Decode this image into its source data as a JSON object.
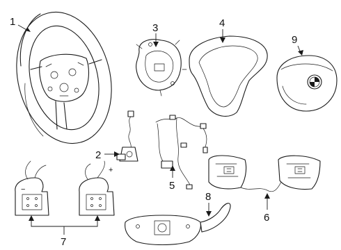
{
  "callouts": [
    {
      "id": "1",
      "label": "1"
    },
    {
      "id": "2",
      "label": "2"
    },
    {
      "id": "3",
      "label": "3"
    },
    {
      "id": "4",
      "label": "4"
    },
    {
      "id": "5",
      "label": "5"
    },
    {
      "id": "6",
      "label": "6"
    },
    {
      "id": "7",
      "label": "7"
    },
    {
      "id": "8",
      "label": "8"
    },
    {
      "id": "9",
      "label": "9"
    }
  ],
  "paddle_symbols": {
    "minus": "−",
    "plus": "+"
  }
}
